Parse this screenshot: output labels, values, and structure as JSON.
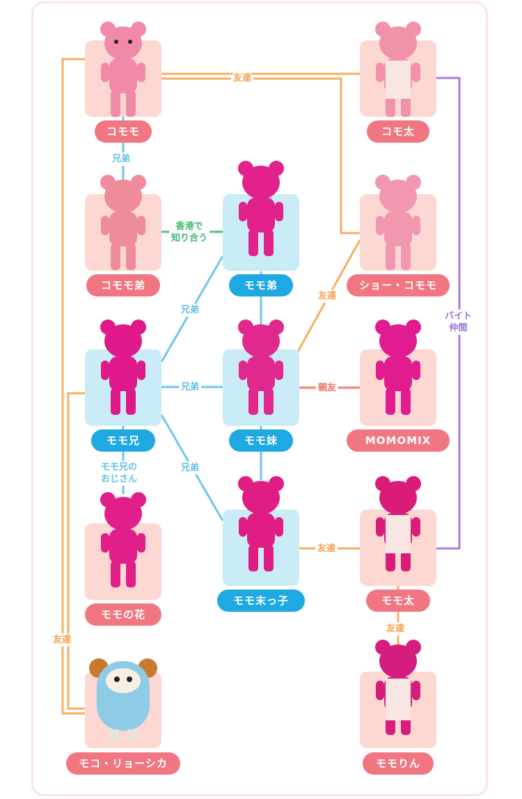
{
  "colors": {
    "frame_border": "#fbe3ea",
    "card_pink": "#fdd8d2",
    "card_blue": "#c9ecf6",
    "label_pink": "#f07682",
    "label_blue": "#1fa8e1",
    "line_orange": "#f7ad60",
    "line_cyan": "#6ec6ea",
    "line_green": "#4cc17c",
    "line_red": "#f27d6c",
    "line_purple": "#a77fdc"
  },
  "characters": [
    {
      "id": "komomo",
      "name": "コモモ",
      "group": "pink",
      "fur": "light-pink bear with white bib"
    },
    {
      "id": "komota",
      "name": "コモ太",
      "group": "pink",
      "fur": "light-pink bear with apron"
    },
    {
      "id": "komomo_otouto",
      "name": "コモモ弟",
      "group": "pink",
      "fur": "salmon-pink bear"
    },
    {
      "id": "momo_otouto",
      "name": "モモ弟",
      "group": "blue",
      "fur": "magenta bear waving"
    },
    {
      "id": "show_komomo",
      "name": "ショー・コモモ",
      "group": "pink",
      "fur": "light-pink bear with bib"
    },
    {
      "id": "momo_ani",
      "name": "モモ兄",
      "group": "blue",
      "fur": "magenta bear"
    },
    {
      "id": "momo_imouto",
      "name": "モモ妹",
      "group": "blue",
      "fur": "magenta bear with lanyard"
    },
    {
      "id": "momomix",
      "name": "MOMOMIX",
      "group": "pink",
      "fur": "magenta bear hands on hips"
    },
    {
      "id": "momo_no_hana",
      "name": "モモの花",
      "group": "pink",
      "fur": "magenta bear posing"
    },
    {
      "id": "momo_suekko",
      "name": "モモ末っ子",
      "group": "blue",
      "fur": "magenta bear"
    },
    {
      "id": "momota",
      "name": "モモ太",
      "group": "pink",
      "fur": "magenta bear with apron"
    },
    {
      "id": "moko_ryoshika",
      "name": "モコ・リョーシカ",
      "group": "pink",
      "fur": "blue sheep with curled horns"
    },
    {
      "id": "momorin",
      "name": "モモりん",
      "group": "pink",
      "fur": "magenta bear with apron waving"
    }
  ],
  "relations": {
    "friend_top": "友達",
    "brothers_komomo": "兄弟",
    "met_in_hongkong": "香港で\n知り合う",
    "brothers_upper": "兄弟",
    "friend_show": "友達",
    "part_time_colleague": "バイト\n仲間",
    "brothers_middle": "兄弟",
    "best_friend": "親友",
    "uncle_of_momo_ani": "モモ兄の\nおじさん",
    "brothers_lower": "兄弟",
    "friend_momota": "友達",
    "friend_moko": "友達",
    "friend_momorin": "友達"
  }
}
